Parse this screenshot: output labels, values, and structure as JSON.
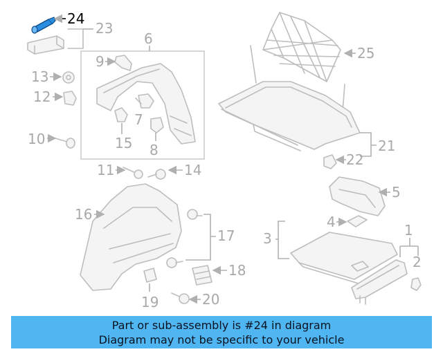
{
  "diagram": {
    "callouts": [
      "24",
      "23",
      "6",
      "9",
      "13",
      "12",
      "7",
      "10",
      "15",
      "8",
      "25",
      "21",
      "22",
      "11",
      "14",
      "5",
      "16",
      "4",
      "17",
      "3",
      "1",
      "2",
      "18",
      "19",
      "20"
    ],
    "highlighted_part": "24",
    "highlight_color": "#2a8de0"
  },
  "banner": {
    "line1": "Part or sub-assembly is #24 in diagram",
    "line2": "Diagram may not be specific to your vehicle",
    "background": "#4fb6f2"
  }
}
